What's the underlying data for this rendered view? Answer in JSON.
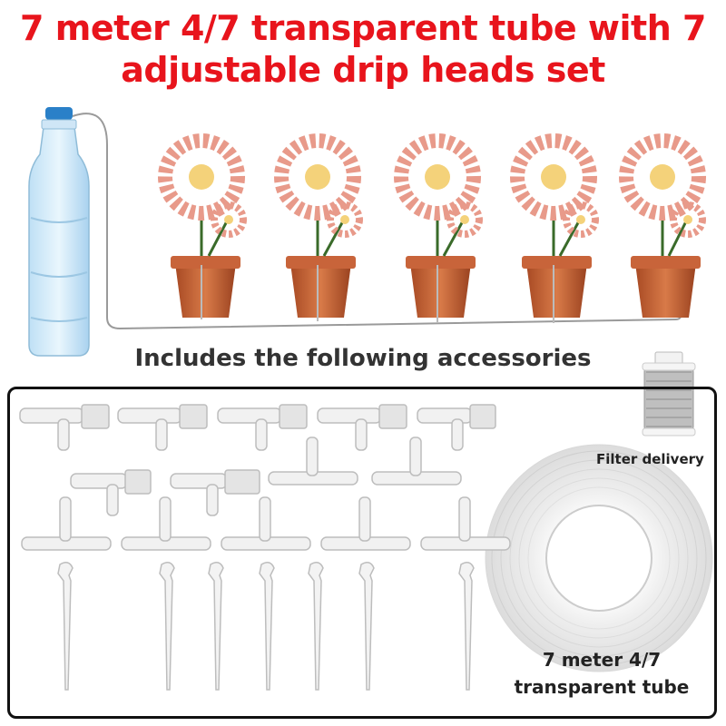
{
  "header": {
    "title_line1": "7 meter 4/7 transparent tube with 7",
    "title_line2": "adjustable drip heads set"
  },
  "accessories": {
    "heading": "Includes the following accessories",
    "filter_label": "Filter delivery",
    "tube_label_line1": "7 meter 4/7",
    "tube_label_line2": "transparent tube"
  },
  "colors": {
    "title": "#e8141c",
    "pot": "#c8643a",
    "petal": "#e89a8a",
    "bottle_cap": "#2a80c8"
  }
}
